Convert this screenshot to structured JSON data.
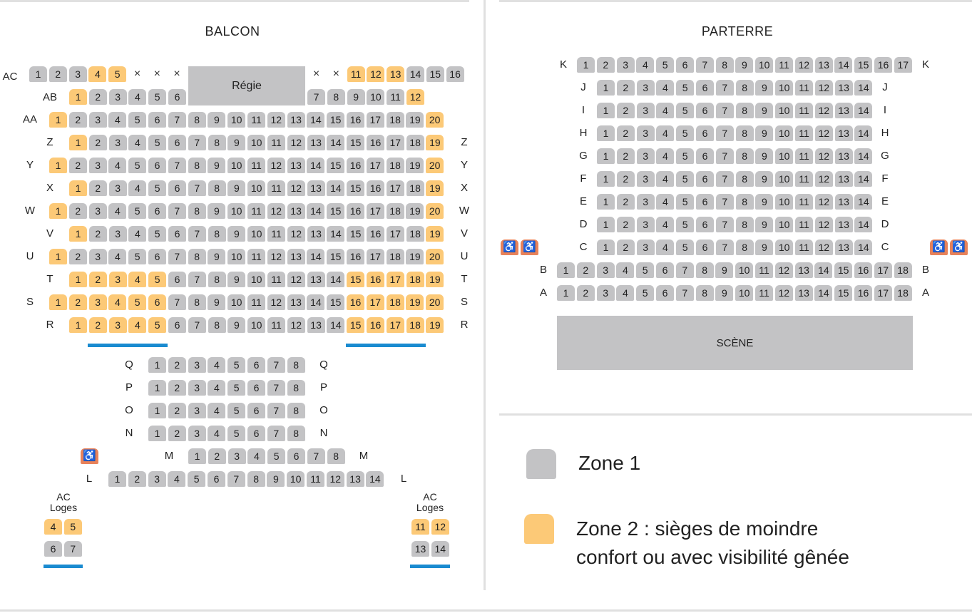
{
  "balcon": {
    "title": "BALCON",
    "regie": "Régie"
  },
  "parterre": {
    "title": "PARTERRE",
    "scene": "SCÈNE"
  },
  "loges": {
    "left_label": "AC\nLoges",
    "right_label": "AC\nLoges"
  },
  "legend": {
    "zone1": "Zone 1",
    "zone2_line1": "Zone 2 : sièges de moindre",
    "zone2_line2": "confort ou avec visibilité gênée"
  },
  "colors": {
    "zone1": "#c3c3c5",
    "zone2": "#fcc977",
    "accessible": "#e8825a",
    "bar": "#1a8bd0"
  },
  "icons": {
    "accessible": "wheelchair-icon",
    "unavailable": "x-icon"
  },
  "balcon_rows": [
    {
      "row": "AC",
      "seats": [
        {
          "n": "1",
          "z": 1
        },
        {
          "n": "2",
          "z": 1
        },
        {
          "n": "3",
          "z": 1
        },
        {
          "n": "4",
          "z": 2
        },
        {
          "n": "5",
          "z": 2
        },
        {
          "n": "×",
          "z": 0
        },
        {
          "n": "×",
          "z": 0
        },
        {
          "n": "×",
          "z": 0
        }
      ],
      "seats_right": [
        {
          "n": "×",
          "z": 0
        },
        {
          "n": "×",
          "z": 0
        },
        {
          "n": "11",
          "z": 2
        },
        {
          "n": "12",
          "z": 2
        },
        {
          "n": "13",
          "z": 2
        },
        {
          "n": "14",
          "z": 1
        },
        {
          "n": "15",
          "z": 1
        },
        {
          "n": "16",
          "z": 1
        }
      ]
    },
    {
      "row": "AB",
      "seats": [
        {
          "n": "1",
          "z": 2
        },
        {
          "n": "2",
          "z": 1
        },
        {
          "n": "3",
          "z": 1
        },
        {
          "n": "4",
          "z": 1
        },
        {
          "n": "5",
          "z": 1
        },
        {
          "n": "6",
          "z": 1
        }
      ],
      "seats_right": [
        {
          "n": "7",
          "z": 1
        },
        {
          "n": "8",
          "z": 1
        },
        {
          "n": "9",
          "z": 1
        },
        {
          "n": "10",
          "z": 1
        },
        {
          "n": "11",
          "z": 1
        },
        {
          "n": "12",
          "z": 2
        }
      ]
    },
    {
      "row": "AA",
      "z2first": true,
      "z2last": true,
      "count": 20
    },
    {
      "row": "Z",
      "z2first": true,
      "z2last": true,
      "count": 19,
      "right": true
    },
    {
      "row": "Y",
      "z2first": true,
      "z2last": true,
      "count": 20,
      "right": true
    },
    {
      "row": "X",
      "z2first": true,
      "z2last": true,
      "count": 19,
      "right": true
    },
    {
      "row": "W",
      "z2first": true,
      "z2last": true,
      "count": 20,
      "right": true
    },
    {
      "row": "V",
      "z2first": true,
      "z2last": true,
      "count": 19,
      "right": true
    },
    {
      "row": "U",
      "z2first": true,
      "z2last": true,
      "count": 20,
      "right": true
    },
    {
      "row": "T",
      "count": 19,
      "right": true,
      "z2": [
        1,
        2,
        3,
        4,
        5,
        15,
        16,
        17,
        18,
        19
      ]
    },
    {
      "row": "S",
      "count": 20,
      "right": true,
      "z2": [
        1,
        2,
        3,
        4,
        5,
        6,
        16,
        17,
        18,
        19,
        20
      ]
    },
    {
      "row": "R",
      "count": 19,
      "right": true,
      "z2": [
        1,
        2,
        3,
        4,
        5,
        15,
        16,
        17,
        18,
        19
      ]
    }
  ],
  "balcon_center_rows": [
    {
      "row": "Q",
      "count": 8
    },
    {
      "row": "P",
      "count": 8
    },
    {
      "row": "O",
      "count": 8
    },
    {
      "row": "N",
      "count": 8
    },
    {
      "row": "M",
      "count": 8
    },
    {
      "row": "L",
      "count": 14
    }
  ],
  "loges_left": [
    [
      "4",
      "5"
    ],
    [
      "6",
      "7"
    ]
  ],
  "loges_right": [
    [
      "11",
      "12"
    ],
    [
      "13",
      "14"
    ]
  ],
  "parterre_rows": [
    {
      "row": "K",
      "count": 17
    },
    {
      "row": "J",
      "count": 14
    },
    {
      "row": "I",
      "count": 14
    },
    {
      "row": "H",
      "count": 14
    },
    {
      "row": "G",
      "count": 14
    },
    {
      "row": "F",
      "count": 14
    },
    {
      "row": "E",
      "count": 14
    },
    {
      "row": "D",
      "count": 14
    },
    {
      "row": "C",
      "count": 14
    },
    {
      "row": "B",
      "count": 18
    },
    {
      "row": "A",
      "count": 18
    }
  ]
}
